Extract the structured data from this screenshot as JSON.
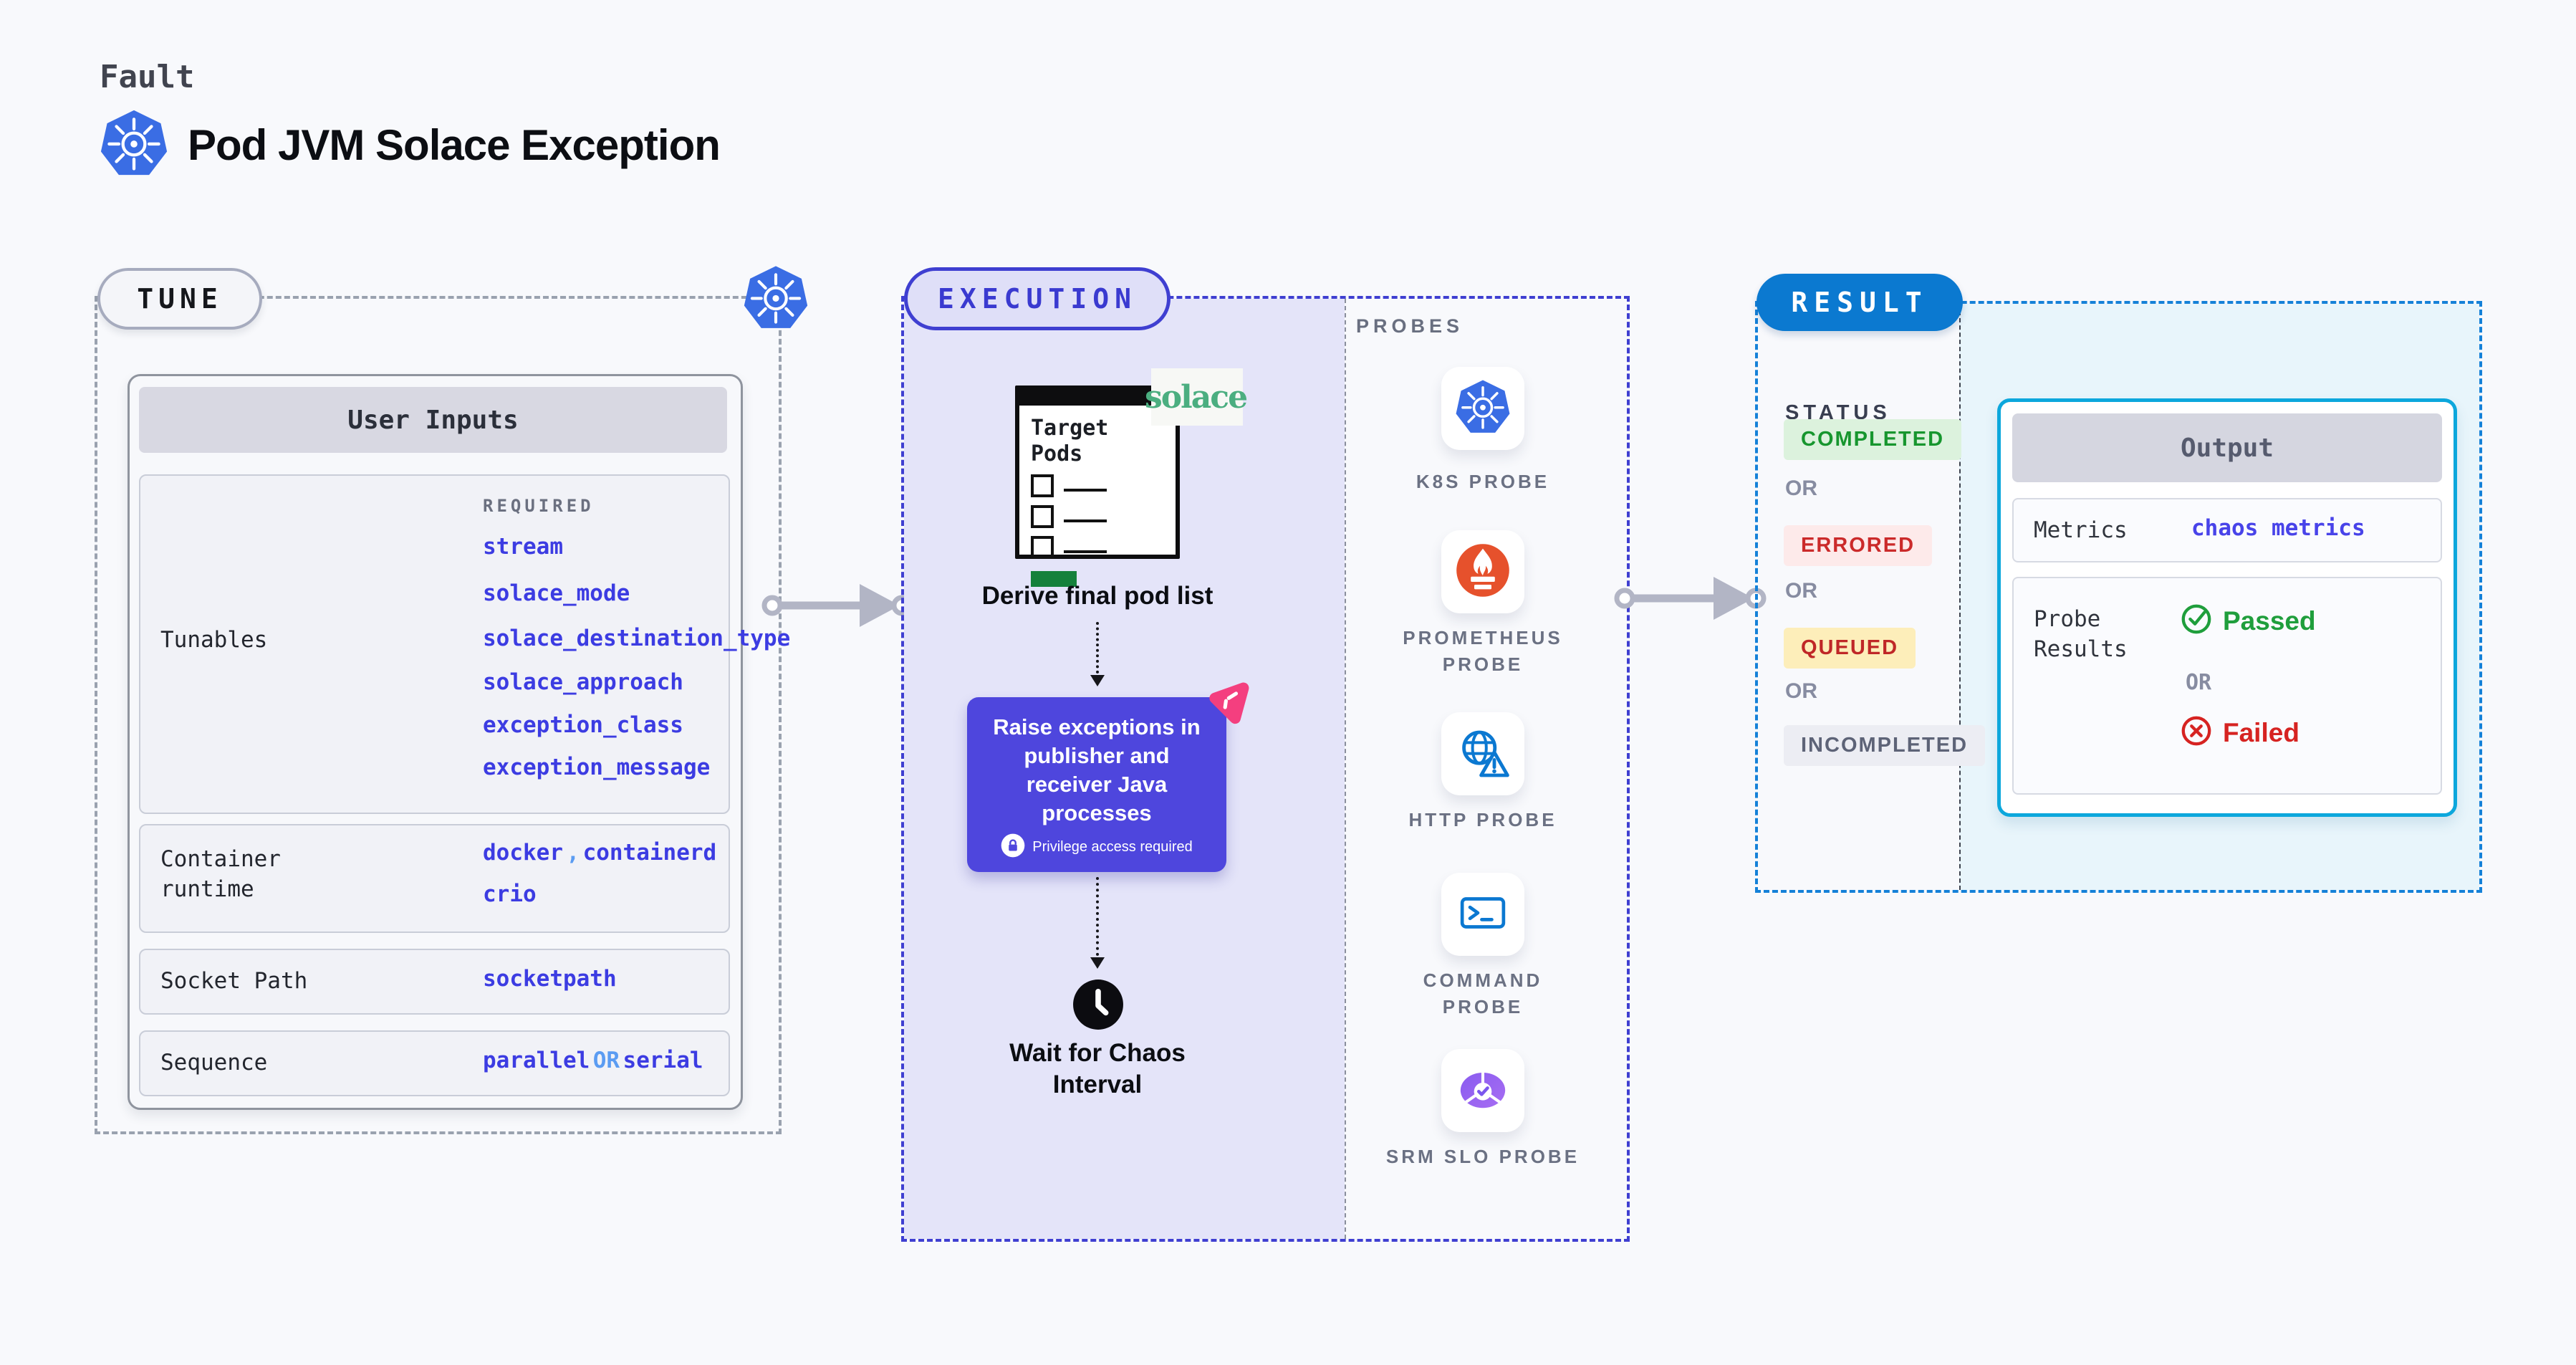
{
  "header": {
    "eyebrow": "Fault",
    "title": "Pod JVM Solace Exception"
  },
  "tune": {
    "badge": "TUNE",
    "user_inputs": {
      "title": "User Inputs",
      "tunables": {
        "label": "Tunables",
        "required_label": "REQUIRED",
        "values": [
          "stream",
          "solace_mode",
          "solace_destination_type",
          "solace_approach",
          "exception_class",
          "exception_message"
        ]
      },
      "container_runtime": {
        "label": "Container runtime",
        "value_a": "docker",
        "separator": ",",
        "value_b": "containerd",
        "value_c": "crio"
      },
      "socket_path": {
        "label": "Socket Path",
        "value": "socketpath"
      },
      "sequence": {
        "label": "Sequence",
        "value_a": "parallel",
        "or": "OR",
        "value_b": "serial"
      }
    }
  },
  "execution": {
    "badge": "EXECUTION",
    "target_pods_title": "Target Pods",
    "solace_logo_text": "solace",
    "derive_label": "Derive final pod list",
    "action_text": "Raise exceptions in publisher and receiver Java processes",
    "privilege_text": "Privilege access required",
    "wait_label": "Wait for Chaos Interval"
  },
  "probes": {
    "title": "PROBES",
    "items": [
      {
        "label": "K8S PROBE",
        "icon": "kubernetes-icon"
      },
      {
        "label": "PROMETHEUS PROBE",
        "icon": "prometheus-icon"
      },
      {
        "label": "HTTP PROBE",
        "icon": "http-globe-icon"
      },
      {
        "label": "COMMAND PROBE",
        "icon": "terminal-icon"
      },
      {
        "label": "SRM SLO PROBE",
        "icon": "srm-slo-icon"
      }
    ]
  },
  "result": {
    "badge": "RESULT",
    "status": {
      "title": "STATUS",
      "or_label": "OR",
      "items": [
        {
          "label": "COMPLETED",
          "bg": "#dcf2dd",
          "color": "#17962e"
        },
        {
          "label": "ERRORED",
          "bg": "#fdeaea",
          "color": "#cb2a2a"
        },
        {
          "label": "QUEUED",
          "bg": "#fdeeba",
          "color": "#bf2727"
        },
        {
          "label": "INCOMPLETED",
          "bg": "#ecedf3",
          "color": "#5d6377"
        }
      ]
    },
    "output": {
      "title": "Output",
      "metrics_label": "Metrics",
      "metrics_value": "chaos metrics",
      "probe_results_label": "Probe Results",
      "passed_label": "Passed",
      "or_label": "OR",
      "failed_label": "Failed"
    }
  },
  "colors": {
    "page_bg": "#f8f9fc",
    "kubernetes_blue": "#3a6de4",
    "tune_dash": "#9aa2af",
    "execution_indigo": "#3f3fd1",
    "execution_fill": "#e4e4f9",
    "action_purple": "#4e46dd",
    "litmus_pink": "#f43f7f",
    "result_blue": "#0b79d0",
    "result_dash": "#1581d8",
    "output_border": "#0ca7dc",
    "value_blue": "#3c3ce2",
    "prometheus_orange": "#e6512c",
    "probe_icon_blue": "#0b78d1",
    "srm_purple": "#8a5cf0",
    "solace_green": "#4bae80",
    "passed_green": "#1f9e3c",
    "failed_red": "#d62321"
  }
}
